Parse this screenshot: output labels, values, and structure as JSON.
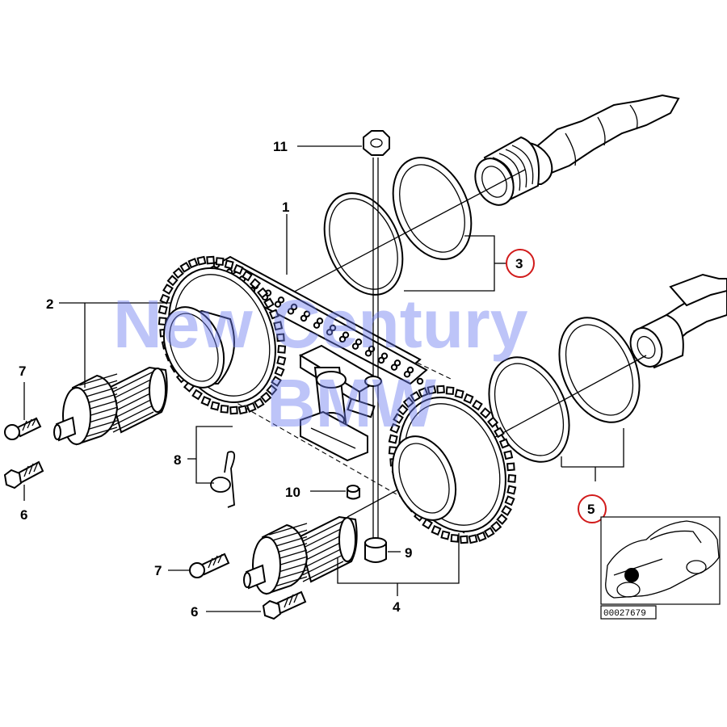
{
  "diagram": {
    "callouts": [
      {
        "id": "1",
        "label": "1",
        "highlighted": false
      },
      {
        "id": "2",
        "label": "2",
        "highlighted": false
      },
      {
        "id": "3",
        "label": "3",
        "highlighted": true
      },
      {
        "id": "4",
        "label": "4",
        "highlighted": false
      },
      {
        "id": "5",
        "label": "5",
        "highlighted": true
      },
      {
        "id": "6a",
        "label": "6",
        "highlighted": false
      },
      {
        "id": "6b",
        "label": "6",
        "highlighted": false
      },
      {
        "id": "7a",
        "label": "7",
        "highlighted": false
      },
      {
        "id": "7b",
        "label": "7",
        "highlighted": false
      },
      {
        "id": "8",
        "label": "8",
        "highlighted": false
      },
      {
        "id": "9",
        "label": "9",
        "highlighted": false
      },
      {
        "id": "10",
        "label": "10",
        "highlighted": false
      },
      {
        "id": "11",
        "label": "11",
        "highlighted": false
      }
    ],
    "watermark": {
      "line1": "New Century",
      "line2": "BMW"
    },
    "diagram_number": "00027679",
    "highlight_color": "#d11a1a",
    "watermark_color": "#6c7df0"
  }
}
